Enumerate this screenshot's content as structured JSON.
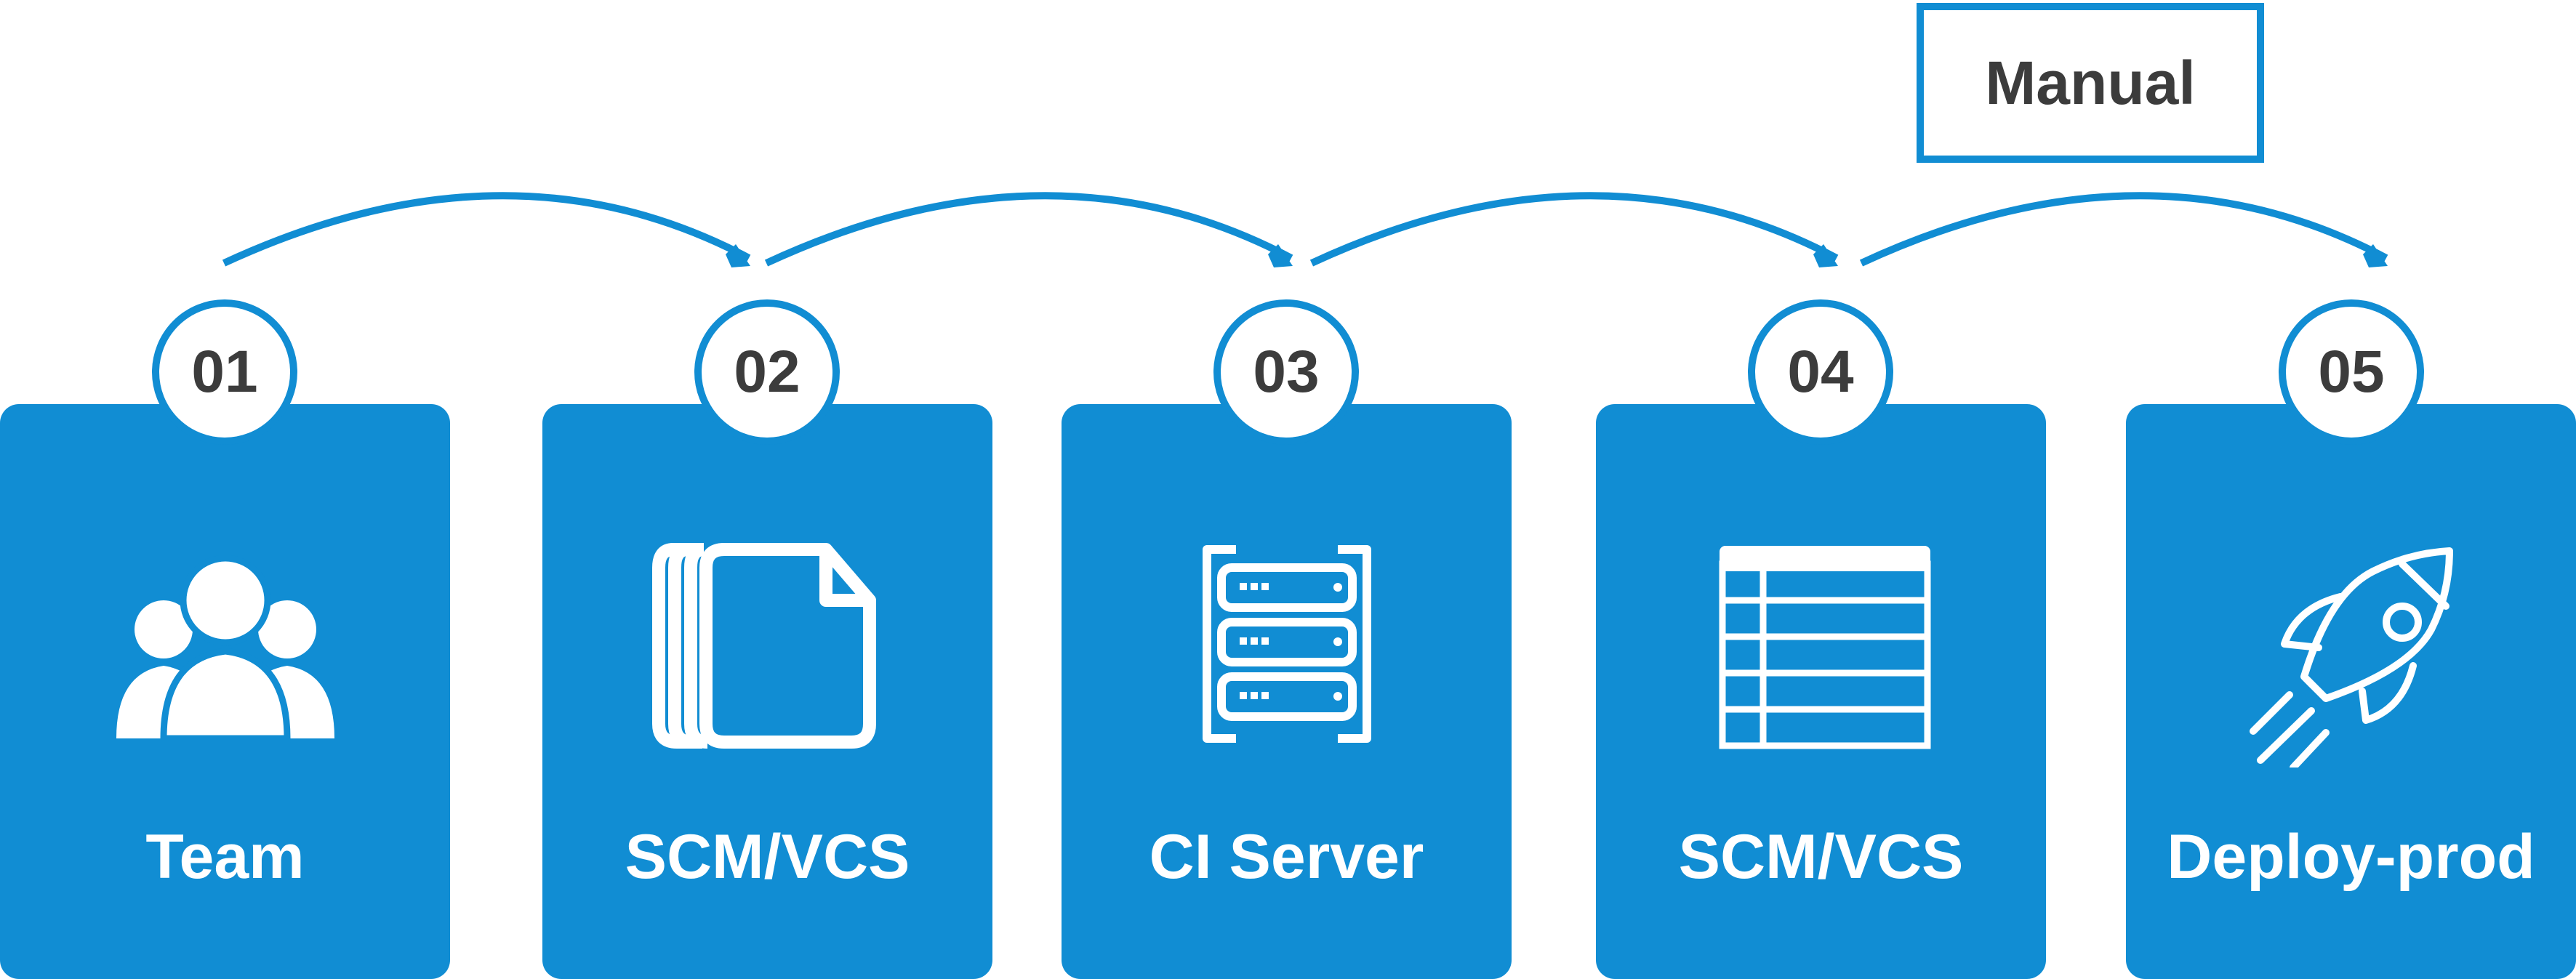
{
  "colors": {
    "accent": "#118dd3",
    "text_dark": "#3c3c3c",
    "text_light": "#ffffff"
  },
  "annotation": {
    "label": "Manual",
    "applies_to_transition": "04-05"
  },
  "steps": [
    {
      "number": "01",
      "label": "Team",
      "icon": "team-icon"
    },
    {
      "number": "02",
      "label": "SCM/VCS",
      "icon": "documents-icon"
    },
    {
      "number": "03",
      "label": "CI Server",
      "icon": "server-icon"
    },
    {
      "number": "04",
      "label": "SCM/VCS",
      "icon": "table-icon"
    },
    {
      "number": "05",
      "label": "Deploy-prod",
      "icon": "rocket-icon"
    }
  ]
}
